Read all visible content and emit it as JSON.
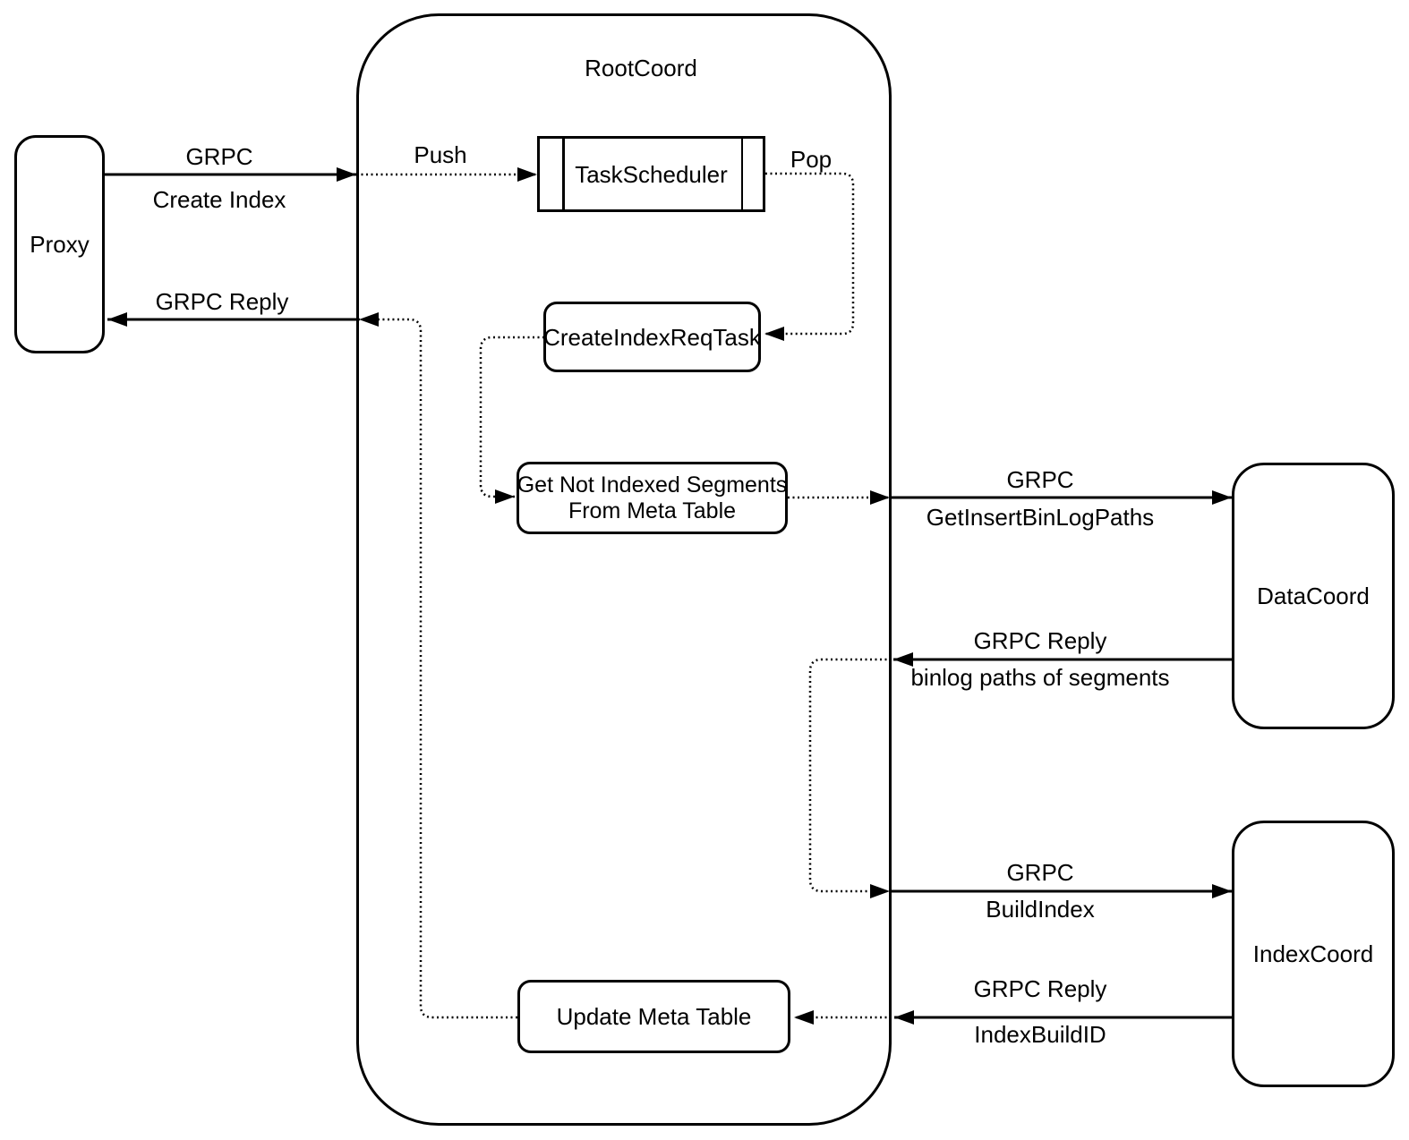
{
  "diagram": {
    "title": "RootCoord",
    "nodes": {
      "proxy": {
        "label": "Proxy"
      },
      "rootcoord": {
        "label": "RootCoord"
      },
      "task_scheduler": {
        "label": "TaskScheduler"
      },
      "create_index_req_task": {
        "label": "CreateIndexReqTask"
      },
      "get_not_indexed": {
        "label1": "Get Not Indexed Segments",
        "label2": "From Meta Table"
      },
      "update_meta_table": {
        "label": "Update Meta Table"
      },
      "datacoord": {
        "label": "DataCoord"
      },
      "indexcoord": {
        "label": "IndexCoord"
      }
    },
    "edges": {
      "grpc_create_index": {
        "line1": "GRPC",
        "line2": "Create Index"
      },
      "push": {
        "label": "Push"
      },
      "pop": {
        "label": "Pop"
      },
      "grpc_reply_proxy": {
        "label": "GRPC Reply"
      },
      "grpc_get_insert_binlog_paths": {
        "line1": "GRPC",
        "line2": "GetInsertBinLogPaths"
      },
      "grpc_reply_binlog": {
        "line1": "GRPC Reply",
        "line2": "binlog paths of segments"
      },
      "grpc_build_index": {
        "line1": "GRPC",
        "line2": "BuildIndex"
      },
      "grpc_reply_index_build_id": {
        "line1": "GRPC Reply",
        "line2": "IndexBuildID"
      }
    },
    "colors": {
      "stroke": "#000000",
      "background": "#ffffff"
    }
  }
}
